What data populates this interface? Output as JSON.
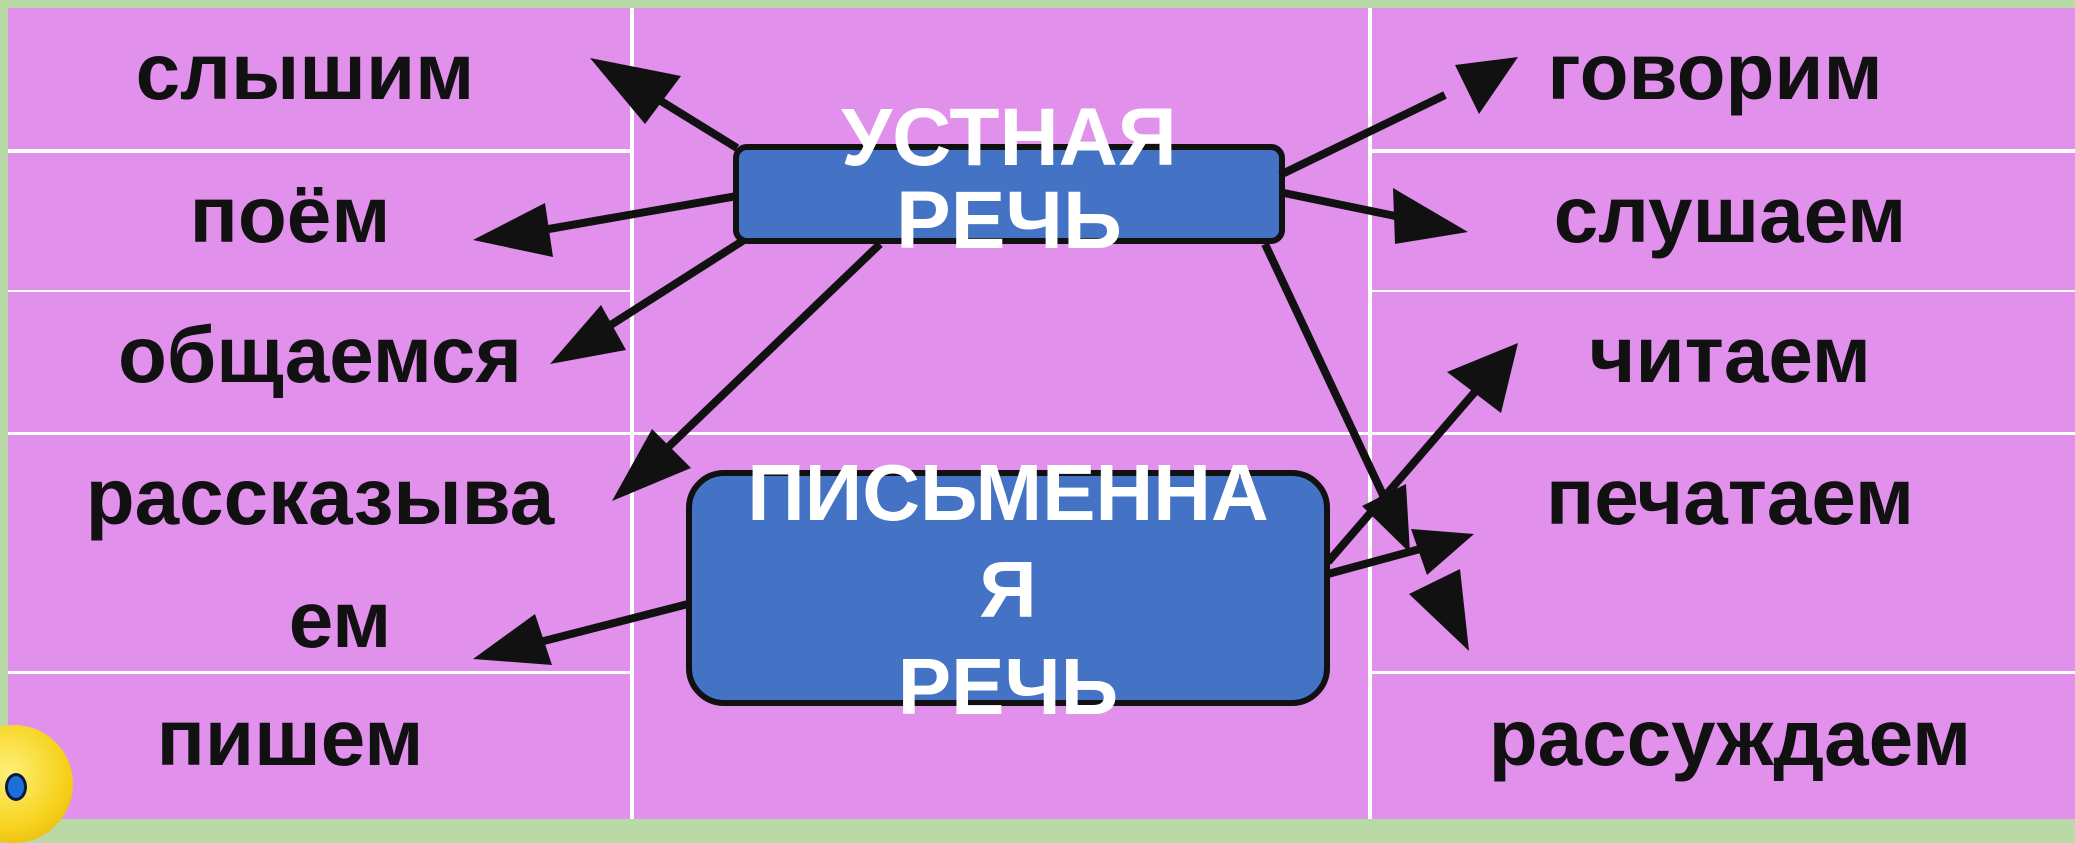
{
  "diagram": {
    "center_top": "УСТНАЯ\nРЕЧЬ",
    "center_bottom": "ПИСЬМЕННА\nЯ\nРЕЧЬ",
    "left_words": [
      "слышим",
      "поём",
      "общаемся",
      "рассказыва",
      "ем",
      "пишем"
    ],
    "right_words": [
      "говорим",
      "слушаем",
      "читаем",
      "печатаем",
      "рассуждаем"
    ]
  },
  "colors": {
    "background": "#e190ec",
    "box": "#4472c4",
    "arrow": "#111111",
    "outer": "#b9d9a6"
  },
  "icons": {
    "corner": "smiley-icon"
  }
}
